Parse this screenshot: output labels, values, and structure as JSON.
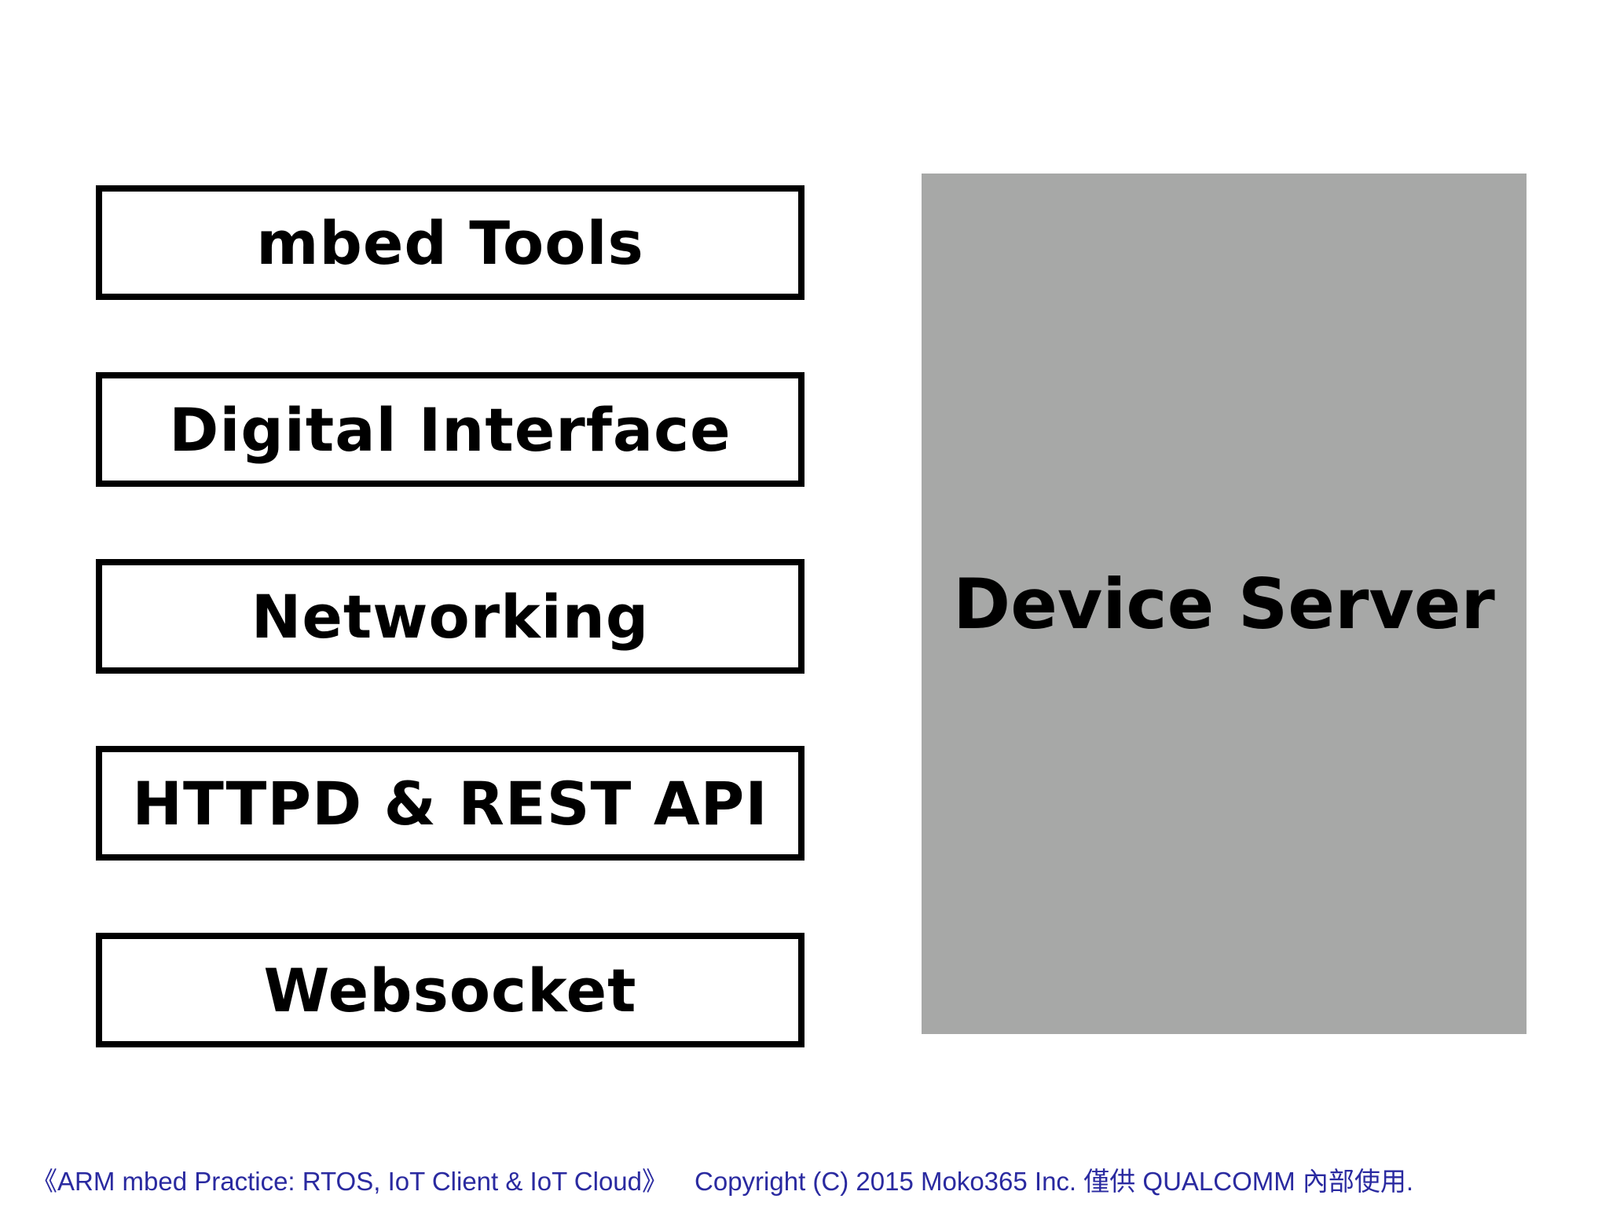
{
  "diagram": {
    "layers": [
      {
        "label": "mbed Tools"
      },
      {
        "label": "Digital Interface"
      },
      {
        "label": "Networking"
      },
      {
        "label": "HTTPD & REST API"
      },
      {
        "label": "Websocket"
      }
    ],
    "server": {
      "label": "Device Server"
    }
  },
  "footer": {
    "book_title": "《ARM mbed Practice: RTOS, IoT Client & IoT Cloud》",
    "copyright": "Copyright (C) 2015 Moko365 Inc. 僅供 QUALCOMM 內部使用."
  },
  "colors": {
    "server_fill": "#a7a8a7",
    "footer_text": "#2a2aa0",
    "box_border": "#000000"
  }
}
